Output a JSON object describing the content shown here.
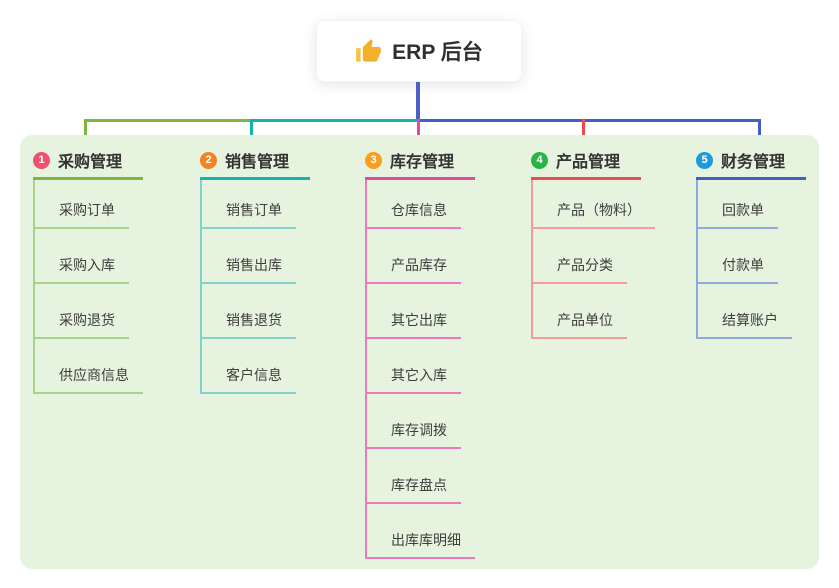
{
  "root": {
    "label": "ERP 后台",
    "icon": "thumbs-up-icon",
    "edge_color": "#4d5ec9"
  },
  "panel": {
    "background": "#e6f3df"
  },
  "branches": [
    {
      "num": "1",
      "label": "采购管理",
      "badge_color": "#ef506e",
      "line_color": "#7db73e",
      "child_line_color": "#a8d388",
      "children": [
        "采购订单",
        "采购入库",
        "采购退货",
        "供应商信息"
      ]
    },
    {
      "num": "2",
      "label": "销售管理",
      "badge_color": "#f5831f",
      "line_color": "#16b3ae",
      "child_line_color": "#82d1cb",
      "children": [
        "销售订单",
        "销售出库",
        "销售退货",
        "客户信息"
      ]
    },
    {
      "num": "3",
      "label": "库存管理",
      "badge_color": "#f8a01d",
      "line_color": "#df4b9e",
      "child_line_color": "#ee79ba",
      "children": [
        "仓库信息",
        "产品库存",
        "其它出库",
        "其它入库",
        "库存调拨",
        "库存盘点",
        "出库库明细"
      ]
    },
    {
      "num": "4",
      "label": "产品管理",
      "badge_color": "#2cb24b",
      "line_color": "#ef4a4e",
      "child_line_color": "#f49c9c",
      "children": [
        "产品（物料）",
        "产品分类",
        "产品单位"
      ]
    },
    {
      "num": "5",
      "label": "财务管理",
      "badge_color": "#1c9bd8",
      "line_color": "#3f5ec7",
      "child_line_color": "#91aade",
      "children": [
        "回款单",
        "付款单",
        "结算账户"
      ]
    }
  ]
}
